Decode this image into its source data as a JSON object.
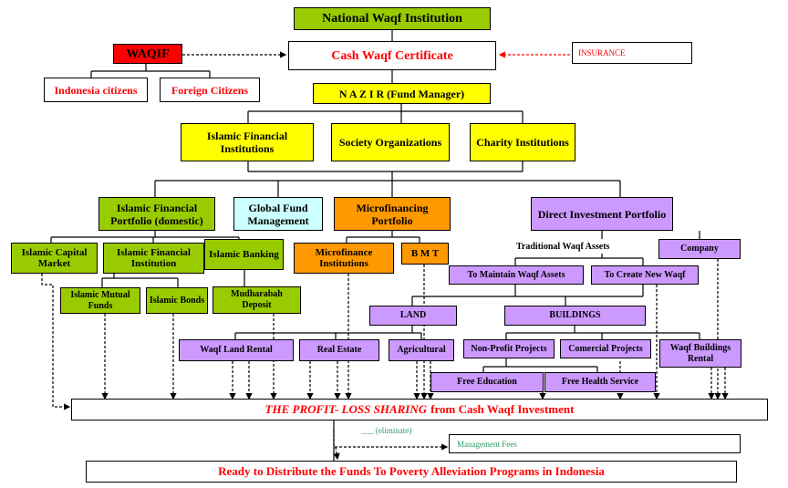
{
  "nodes": {
    "national_waqf_institution": "National Waqf Institution",
    "waqif": "WAQIF",
    "cash_waqf_certificate": "Cash Waqf Certificate",
    "insurance": "INSURANCE",
    "indonesia_citizens": "Indonesia citizens",
    "foreign_citizens": "Foreign Citizens",
    "nazir": "N A Z I R (Fund Manager)",
    "islamic_financial_institutions": "Islamic Financial Institutions",
    "society_organizations": "Society Organizations",
    "charity_institutions": "Charity Institutions",
    "islamic_financial_portfolio": "Islamic Financial Portfolio (domestic)",
    "global_fund_management": "Global Fund Management",
    "microfinancing_portfolio": "Microfinancing Portfolio",
    "direct_investment_portfolio": "Direct Investment Portfolio",
    "islamic_capital_market": "Islamic Capital Market",
    "islamic_financial_institution": "Islamic Financial Institution",
    "islamic_banking": "Islamic Banking",
    "microfinance_institutions": "Microfinance Institutions",
    "bmt": "B M T",
    "traditional_waqf_assets": "Traditional Waqf Assets",
    "company": "Company",
    "to_maintain_waqf_assets": "To Maintain Waqf Assets",
    "to_create_new_waqf": "To Create New Waqf",
    "islamic_mutual_funds": "Islamic Mutual Funds",
    "islamic_bonds": "Islamic Bonds",
    "mudharabah_deposit": "Mudharabah Deposit",
    "land": "LAND",
    "buildings": "BUILDINGS",
    "waqf_land_rental": "Waqf Land Rental",
    "real_estate": "Real Estate",
    "agricultural": "Agricultural",
    "non_profit_projects": "Non-Profit Projects",
    "comercial_projects": "Comercial Projects",
    "waqf_buildings_rental": "Waqf Buildings Rental",
    "free_education": "Free Education",
    "free_health_service": "Free Health Service",
    "profit_loss_sharing_italic": "THE PROFIT- LOSS SHARING",
    "profit_loss_sharing_rest": "from Cash Waqf Investment",
    "eliminate_note": "___ (eliminate)",
    "management_fees": "Management Fees",
    "ready_to_distribute": "Ready to Distribute the Funds To Poverty Alleviation Programs in Indonesia"
  },
  "colors": {
    "green": "#99cc00",
    "yellow": "#ffff00",
    "orange": "#ff9900",
    "purple": "#cc99ff",
    "cyan": "#ccffff",
    "red": "#ff0000"
  }
}
